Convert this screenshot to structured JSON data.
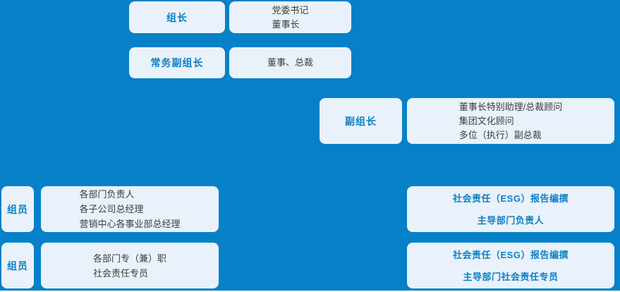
{
  "colors": {
    "bg_blue": "#0681c8",
    "box_fill": "#e9f2fa",
    "accent_text": "#0d81c4",
    "dark_text": "#3d3d3d",
    "page_bg": "#ffffff"
  },
  "chart": {
    "leader": {
      "label": "组长",
      "members": [
        "党委书记",
        "董事长"
      ]
    },
    "exec_deputy": {
      "label": "常务副组长",
      "members": [
        "董事、总裁"
      ]
    },
    "deputy": {
      "label": "副组长",
      "members": [
        "董事长特别助理/总裁顾问",
        "集团文化顾问",
        "多位（执行）副总裁"
      ]
    },
    "members_row1": {
      "label": "组员",
      "members": [
        "各部门负责人",
        "各子公司总经理",
        "营销中心各事业部总经理"
      ]
    },
    "members_row2": {
      "label": "组员",
      "members": [
        "各部门专（兼）职",
        "社会责任专员"
      ]
    },
    "esg_lead": {
      "lines": [
        "社会责任（ESG）报告编撰",
        "主导部门负责人"
      ]
    },
    "esg_specialist": {
      "lines": [
        "社会责任（ESG）报告编撰",
        "主导部门社会责任专员"
      ]
    }
  }
}
